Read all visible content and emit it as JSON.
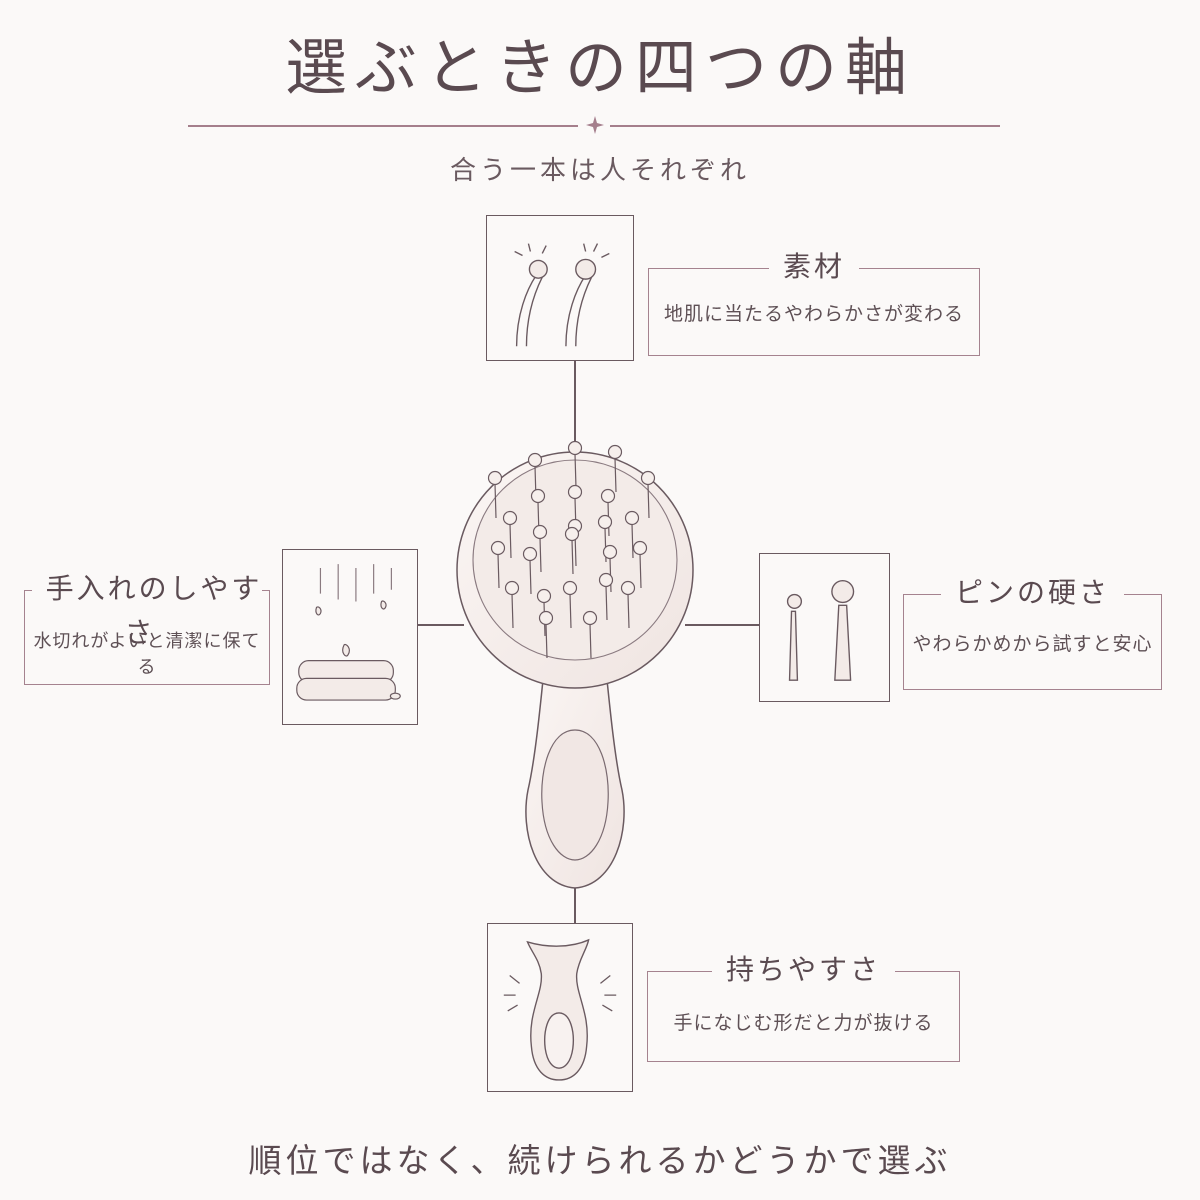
{
  "title": "選ぶときの四つの軸",
  "subtitle": "合う一本は人それぞれ",
  "axes": {
    "top": {
      "title": "素材",
      "description": "地肌に当たるやわらかさが変わる",
      "icon": "bristle-material-icon"
    },
    "right": {
      "title": "ピンの硬さ",
      "description": "やわらかめから試すと安心",
      "icon": "pin-stiffness-icon"
    },
    "bottom": {
      "title": "持ちやすさ",
      "description": "手になじむ形だと力が抜ける",
      "icon": "handle-grip-icon"
    },
    "left": {
      "title": "手入れのしやすさ",
      "description": "水切れがよいと清潔に保てる",
      "icon": "towel-water-icon"
    }
  },
  "footer": "順位ではなく、続けられるかどうかで選ぶ",
  "colors": {
    "text": "#5a4a50",
    "accent": "#a57f8c",
    "line": "#6a5a60",
    "brush": "#f6efec"
  }
}
